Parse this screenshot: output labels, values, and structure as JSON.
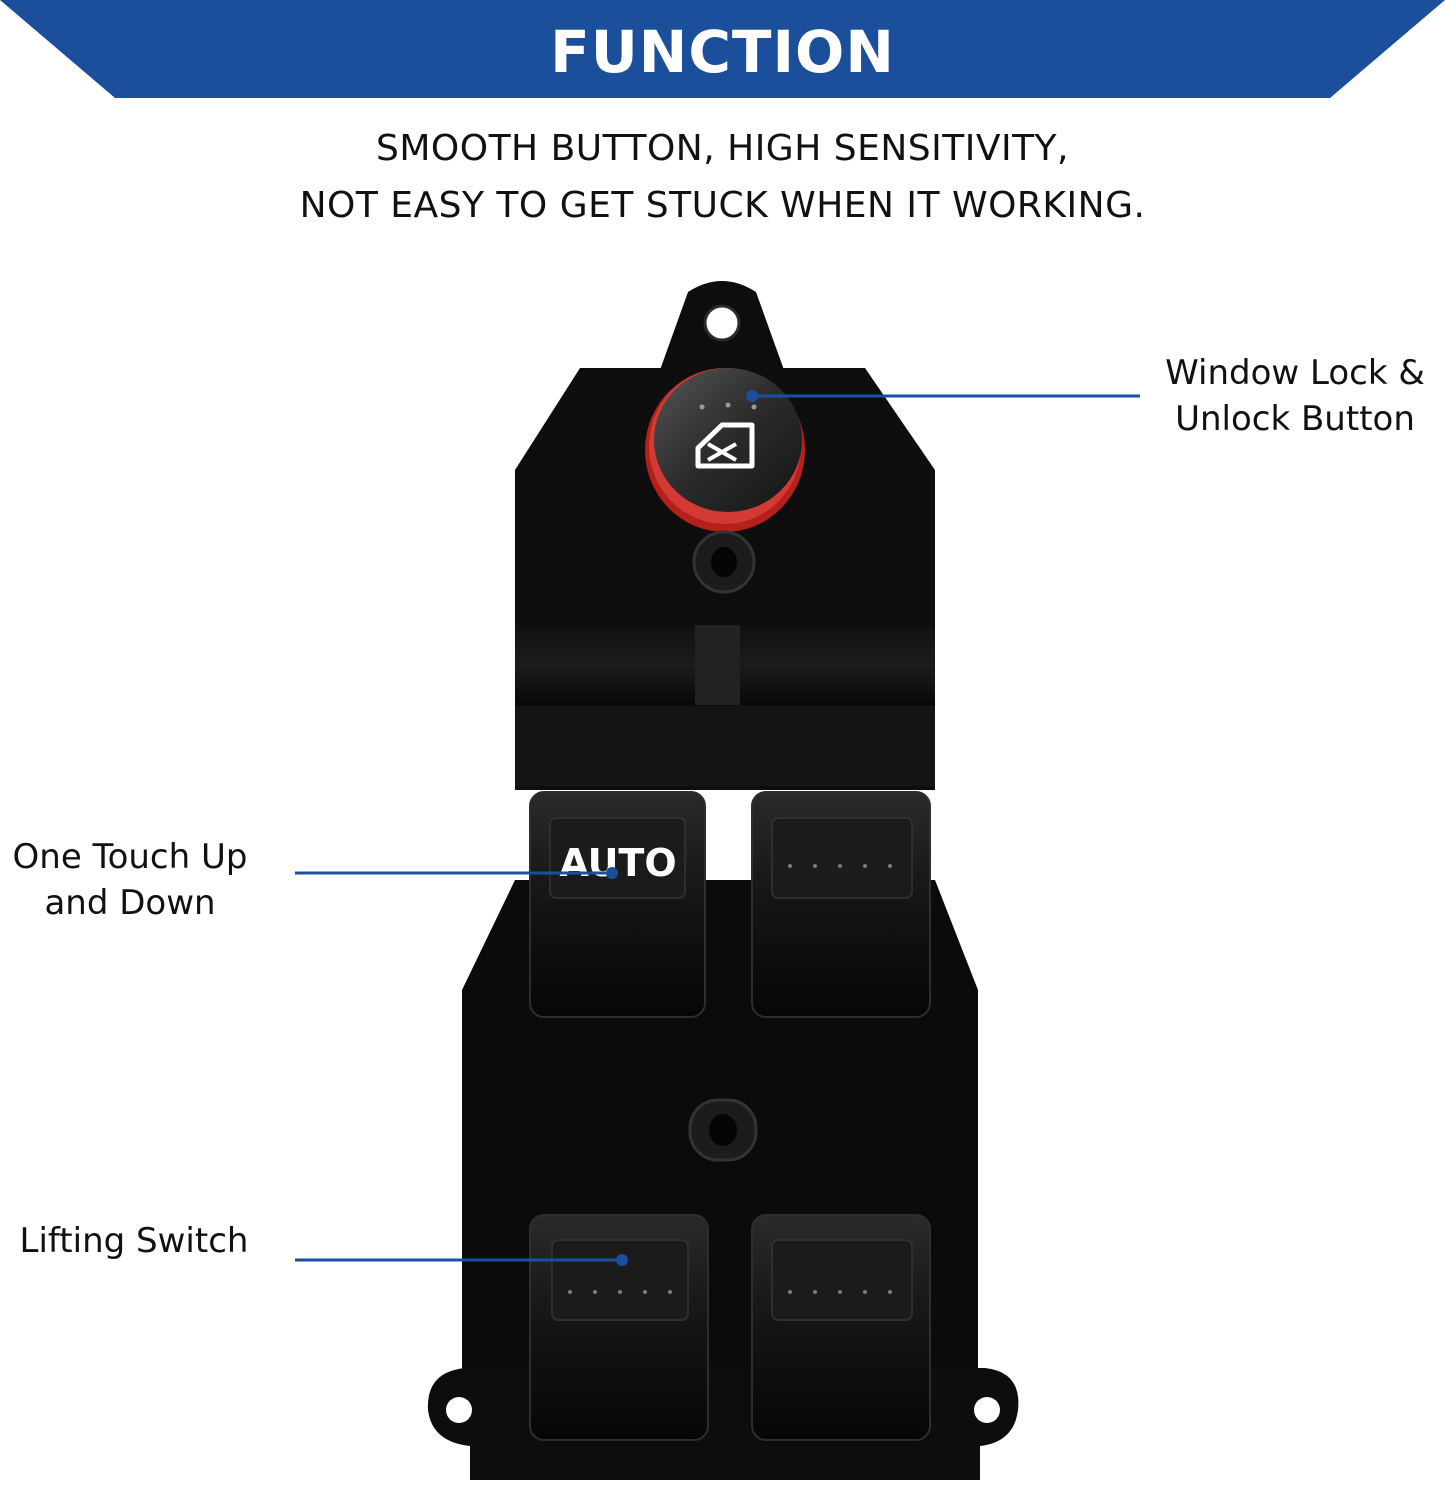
{
  "banner": {
    "title": "FUNCTION",
    "color": "#1b4f9c"
  },
  "subtitle": {
    "line1": "SMOOTH BUTTON, HIGH SENSITIVITY,",
    "line2": "NOT EASY TO GET STUCK WHEN IT WORKING."
  },
  "callouts": {
    "lock": {
      "line1": "Window Lock &",
      "line2": "Unlock Button"
    },
    "auto": {
      "line1": "One Touch Up",
      "line2": "and Down"
    },
    "lift": {
      "line1": "Lifting Switch"
    }
  },
  "product": {
    "auto_label": "AUTO",
    "lock_icon": "window-lock-icon"
  },
  "colors": {
    "leader_line": "#1b4f9c",
    "body": "#0c0c0c",
    "lock_ring": "#c6241f"
  }
}
